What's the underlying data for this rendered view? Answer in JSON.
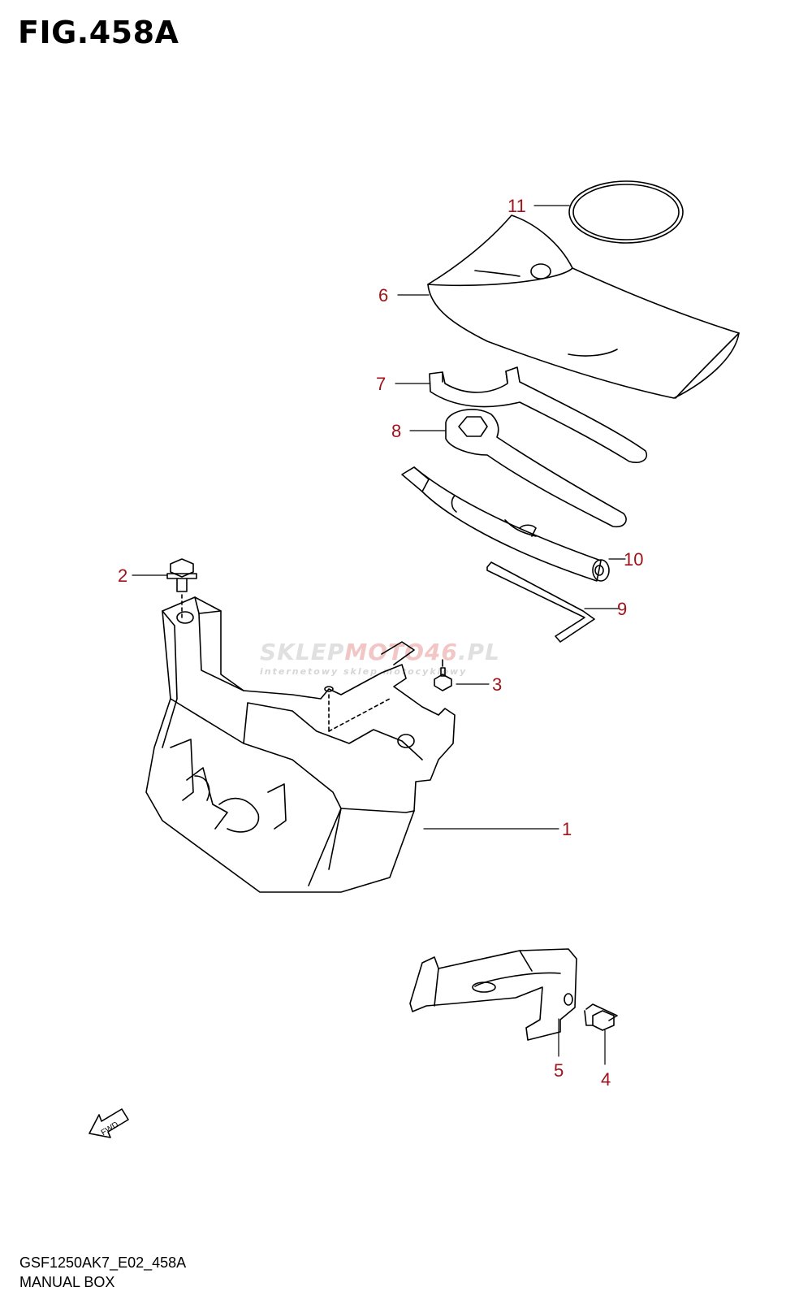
{
  "figure": {
    "title": "FIG.458A"
  },
  "watermark": {
    "part1": "SKLEP",
    "part2": "MOTO46",
    "part3": ".PL",
    "subtitle": "internetowy sklep motocyklowy"
  },
  "callouts": {
    "c1": "1",
    "c2": "2",
    "c3": "3",
    "c4": "4",
    "c5": "5",
    "c6": "6",
    "c7": "7",
    "c8": "8",
    "c9": "9",
    "c10": "10",
    "c11": "11"
  },
  "fwd_label": "FWD",
  "footer": {
    "code": "GSF1250AK7_E02_458A",
    "caption": "MANUAL BOX"
  },
  "colors": {
    "callout": "#a0131a",
    "line": "#000000"
  }
}
